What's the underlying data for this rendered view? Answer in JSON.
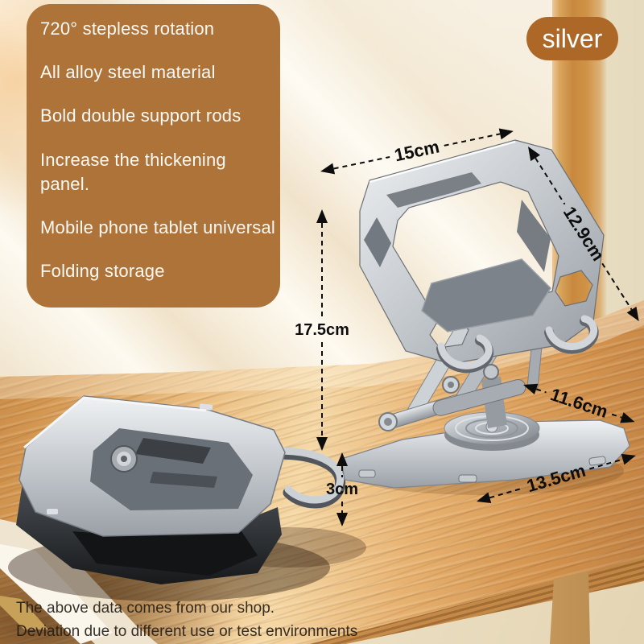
{
  "panel": {
    "features": [
      "720° stepless rotation",
      "All alloy steel material",
      "Bold double support rods",
      "Increase the thickening panel.",
      "Mobile phone tablet universal",
      "Folding storage"
    ]
  },
  "badge": {
    "label": "silver"
  },
  "dimensions": {
    "top_width": "15cm",
    "panel_diagonal": "12.9cm",
    "stand_height": "17.5cm",
    "base_depth": "11.6cm",
    "folded_thickness": "3cm",
    "base_width": "13.5cm"
  },
  "disclaimer": {
    "line1": "The above data comes from our shop.",
    "line2": "Deviation due to different use or test environments"
  },
  "colors": {
    "panel_brown": "#ae7339",
    "badge_brown": "#ad6827",
    "annotation_black": "#0d0d0d",
    "wood_light": "#f5d8a6",
    "wood_dark": "#bd7d41",
    "metal_silver": "#c9ced3"
  }
}
